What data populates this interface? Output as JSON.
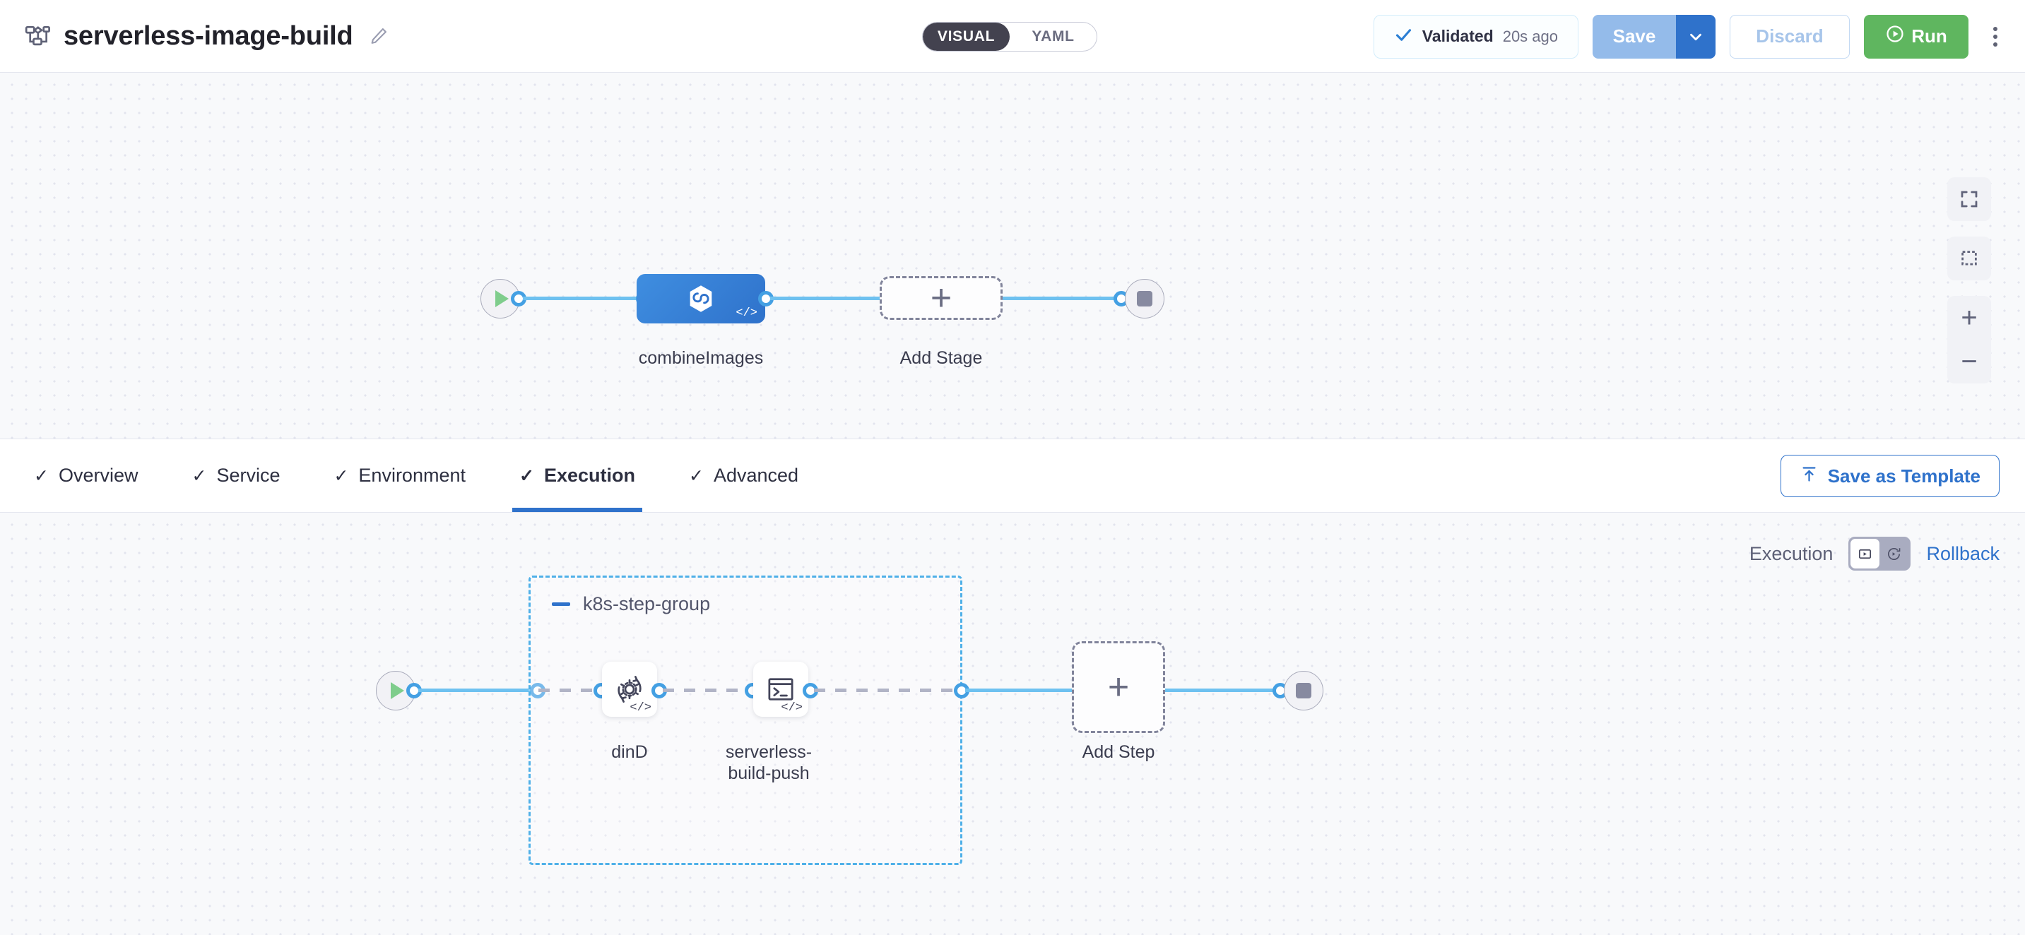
{
  "header": {
    "pipeline_icon": "pipeline-icon",
    "title": "serverless-image-build",
    "edit_icon": "pencil-edit-icon",
    "view_toggle": {
      "options": [
        "VISUAL",
        "YAML"
      ],
      "selected": "VISUAL"
    },
    "validated": {
      "icon": "check-icon",
      "label": "Validated",
      "time": "20s ago"
    },
    "save": {
      "label": "Save",
      "caret_icon": "chevron-down-icon"
    },
    "discard": {
      "label": "Discard"
    },
    "run": {
      "label": "Run",
      "icon": "play-circle-icon"
    },
    "more_icon": "kebab-menu-icon"
  },
  "colors": {
    "accent_blue": "#2f72cb",
    "link_blue": "#6ec1f0",
    "run_green": "#5fb65f",
    "save_disabled": "#94bbea",
    "canvas_bg": "#f8f9fb",
    "group_border": "#4fb0e8"
  },
  "stage_canvas": {
    "start_node": {
      "icon": "play-icon",
      "name": "pipeline-start"
    },
    "end_node": {
      "icon": "stop-icon",
      "name": "pipeline-end"
    },
    "stage": {
      "label": "combineImages",
      "icon": "harness-deploy-icon",
      "badge": "</>"
    },
    "add_stage": {
      "label": "Add Stage",
      "icon": "plus-icon"
    },
    "controls": [
      {
        "name": "fit-to-screen-button",
        "icon": "fit-screen-icon"
      },
      {
        "name": "selection-box-button",
        "icon": "marquee-select-icon"
      },
      {
        "name": "zoom-in-button",
        "icon": "plus-icon",
        "glyph": "+"
      },
      {
        "name": "zoom-out-button",
        "icon": "minus-icon",
        "glyph": "−"
      }
    ]
  },
  "tabbar": {
    "tabs": [
      {
        "label": "Overview",
        "check": "✓",
        "active": false
      },
      {
        "label": "Service",
        "check": "✓",
        "active": false
      },
      {
        "label": "Environment",
        "check": "✓",
        "active": false
      },
      {
        "label": "Execution",
        "check": "✓",
        "active": true
      },
      {
        "label": "Advanced",
        "check": "✓",
        "active": false
      }
    ],
    "save_as_template": {
      "label": "Save as Template",
      "icon": "template-upload-icon"
    }
  },
  "execution_bar": {
    "execution_label": "Execution",
    "rollback_label": "Rollback",
    "toggle": {
      "options": [
        {
          "name": "execution-view-icon",
          "selected": true
        },
        {
          "name": "rollback-view-icon",
          "selected": false
        }
      ]
    }
  },
  "step_canvas": {
    "start_node": {
      "icon": "play-icon",
      "name": "execution-start"
    },
    "end_node": {
      "icon": "stop-icon",
      "name": "execution-end"
    },
    "step_group": {
      "title": "k8s-step-group",
      "collapse_icon": "minus-collapse-icon",
      "steps": [
        {
          "label": "dinD",
          "icon": "gear-rotate-icon",
          "badge": "</>"
        },
        {
          "label": "serverless-\nbuild-push",
          "label_line1": "serverless-",
          "label_line2": "build-push",
          "icon": "terminal-icon",
          "badge": "</>"
        }
      ]
    },
    "add_step": {
      "label": "Add Step",
      "icon": "plus-icon"
    }
  }
}
